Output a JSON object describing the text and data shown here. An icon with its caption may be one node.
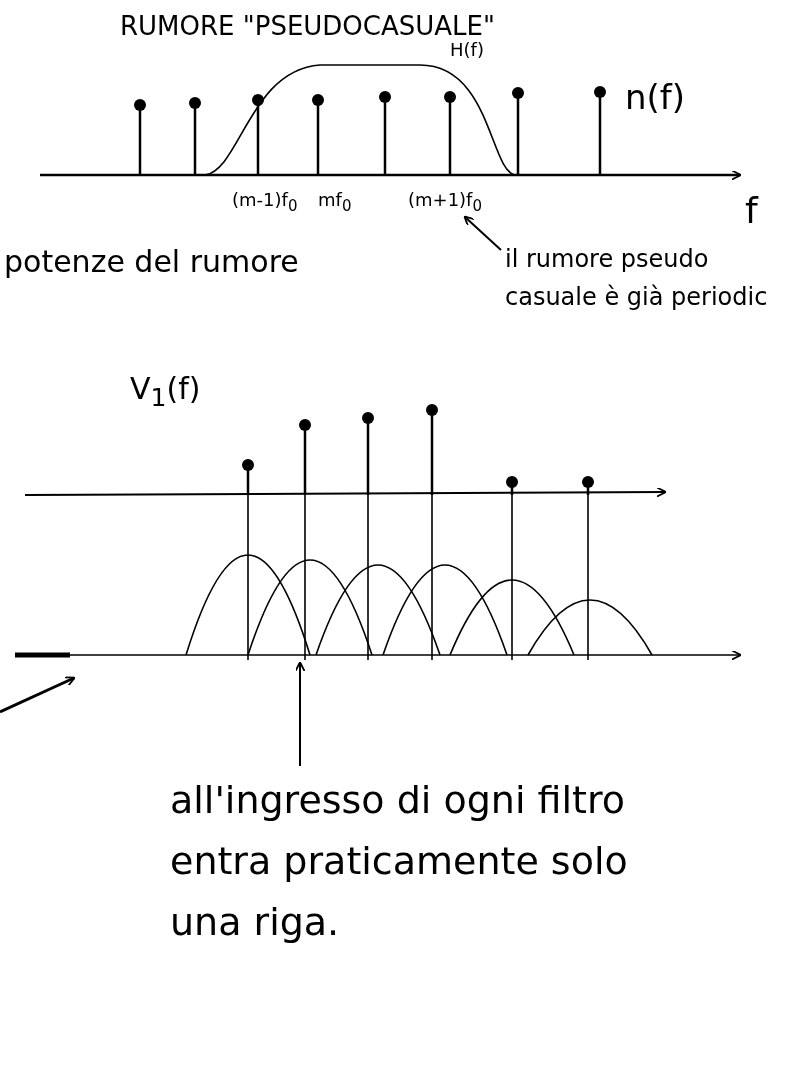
{
  "diagram": {
    "nodes": [
      {
        "text": [
          "il rumore pseudo casuale è già periodic"
        ]
      },
      {
        "text": [
          "(m+1)f$_{0}$"
        ]
      },
      {
        "text": [
          "all'ingresso di ogni filtro entra praticamente solo una riga."
        ]
      },
      {
        "text": [],
        "shape": "picture"
      }
    ],
    "edges": [
      {
        "from": 0,
        "to": 1,
        "arrow": "to"
      },
      {
        "from": 2,
        "to": 3,
        "arrow": "to"
      }
    ],
    "labels": [
      "RUMORE \"PSEUDOCASUALE\"",
      "H(f)",
      "n(f)",
      "(m-1)f$_{0}$",
      "mf$_{0}$",
      "f",
      "potenze del rumore",
      "V$_{1}$(f)"
    ]
  }
}
